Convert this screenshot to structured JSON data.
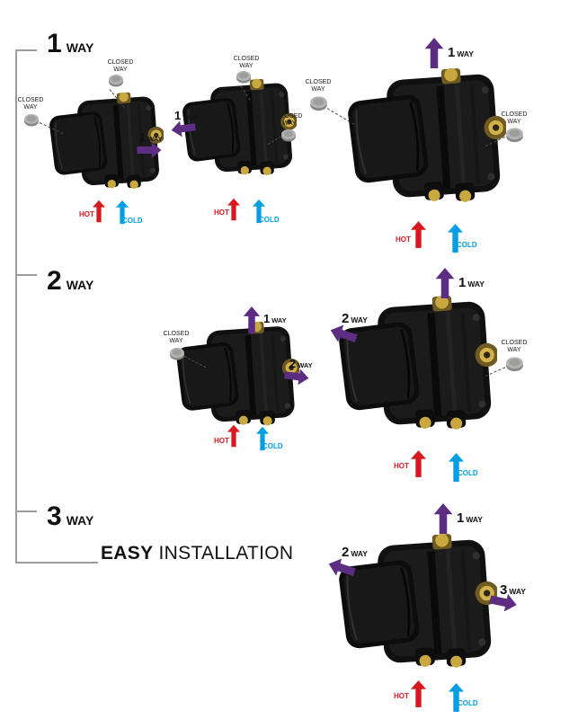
{
  "sections": [
    {
      "number": "1",
      "label": "WAY"
    },
    {
      "number": "2",
      "label": "WAY"
    },
    {
      "number": "3",
      "label": "WAY"
    }
  ],
  "tagline": {
    "bold": "EASY",
    "regular": "INSTALLATION"
  },
  "labels": {
    "closed_line1": "CLOSED",
    "closed_line2": "WAY",
    "hot": "HOT",
    "cold": "COLD"
  },
  "ways": {
    "w1": {
      "number": "1",
      "label": "WAY"
    },
    "w2": {
      "number": "2",
      "label": "WAY"
    },
    "w3": {
      "number": "3",
      "label": "WAY"
    }
  },
  "colors": {
    "way_arrow": "#5c2d83",
    "hot": "#d6181f",
    "cold": "#009fe3",
    "plug_gray": "#9d9d9c",
    "body_black": "#141414",
    "brass": "#c9a83f"
  }
}
